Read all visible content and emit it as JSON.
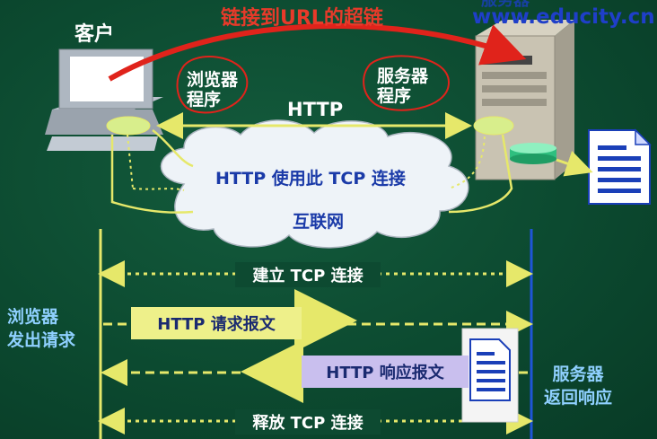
{
  "header": {
    "hyperlink_label": "链接到URL的超链",
    "site_url": "www.educity.cn",
    "site_url_top_partial": "服务器"
  },
  "client": {
    "label": "客户",
    "program_label_line1": "浏览器",
    "program_label_line2": "程序"
  },
  "server": {
    "program_label_line1": "服务器",
    "program_label_line2": "程序"
  },
  "links": {
    "http_label": "HTTP",
    "tcp_connection_label": "HTTP 使用此 TCP 连接",
    "internet_label": "互联网"
  },
  "sequence": {
    "browser_label_line1": "浏览器",
    "browser_label_line2": "发出请求",
    "server_label_line1": "服务器",
    "server_label_line2": "返回响应",
    "steps": [
      {
        "label": "建立 TCP 连接"
      },
      {
        "label": "HTTP 请求报文"
      },
      {
        "label": "HTTP 响应报文"
      },
      {
        "label": "释放 TCP 连接"
      }
    ]
  },
  "colors": {
    "background": "#0d4a31",
    "red_text": "#e83a2a",
    "blue_text": "#1a3fb8",
    "light_blue_text": "#8fd0ff",
    "yellow_line": "#e6e86a",
    "request_box": "#eef08a",
    "response_box": "#c9bfee"
  },
  "icons": [
    "computer-icon",
    "server-icon",
    "document-icon",
    "cloud-icon",
    "database-icon"
  ]
}
